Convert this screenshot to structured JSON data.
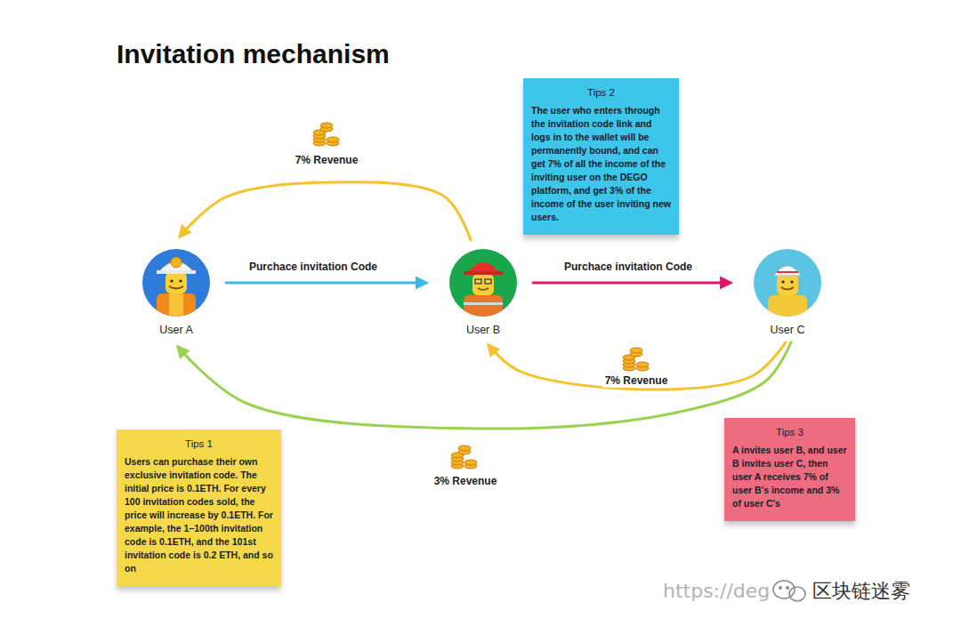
{
  "diagram": {
    "title": "Invitation mechanism",
    "nodes": [
      {
        "text": [
          "Tips 2",
          "The user who enters through the invitation code link and logs in to the wallet will be permanently bound, and can get 7% of all the income of the inviting user on the DEGO platform, and get 3% of the income of the user inviting new users."
        ]
      },
      {
        "text": [
          "User A"
        ]
      },
      {
        "text": [
          "User B"
        ]
      },
      {
        "text": [
          "User C"
        ]
      },
      {
        "text": [
          "Tips 1",
          "Users can purchase their own exclusive invitation code. The initial price is 0.1ETH. For every 100 invitation codes sold, the price will increase by 0.1ETH. For example, the 1–100th invitation code is 0.1ETH, and the 101st invitation code is 0.2 ETH, and so on"
        ]
      },
      {
        "text": [
          "Tips 3",
          "A invites user B, and user B invites user C, then user A receives 7% of user B's income and 3% of user C's"
        ]
      }
    ],
    "edges": [
      {
        "from": 1,
        "to": 2,
        "arrow": "to",
        "label": "Purchace invitation Code"
      },
      {
        "from": 2,
        "to": 3,
        "arrow": "to",
        "label": "Purchace invitation Code"
      },
      {
        "from": 2,
        "to": 1,
        "arrow": "to",
        "label": "7% Revenue"
      },
      {
        "from": 3,
        "to": 2,
        "arrow": "to",
        "label": "7% Revenue"
      },
      {
        "from": 3,
        "to": 1,
        "arrow": "to",
        "label": "3% Revenue"
      }
    ],
    "labels": [
      "https://deg",
      "区块链迷雾"
    ]
  }
}
